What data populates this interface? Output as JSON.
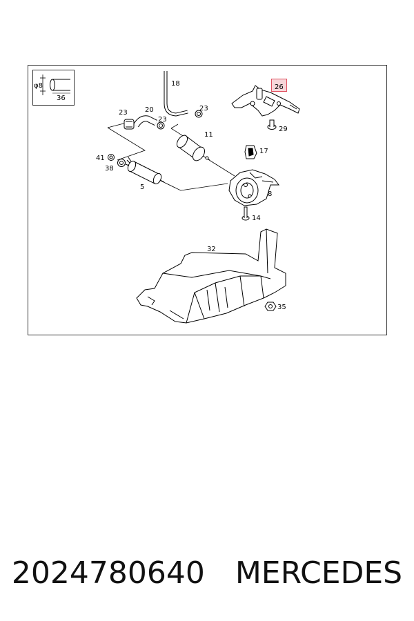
{
  "diagram": {
    "inset": {
      "diameter_label": "φ8",
      "length_label": "36"
    },
    "callouts": {
      "hose_18": "18",
      "clamp_23a": "23",
      "hose_20": "20",
      "clamp_23b": "23",
      "clamp_23c": "23",
      "bracket_26": "26",
      "bolt_29": "29",
      "filter_11": "11",
      "clip_17": "17",
      "nut_41": "41",
      "ring_38": "38",
      "pump_5": "5",
      "holder_8": "8",
      "bolt_14": "14",
      "guard_32": "32",
      "nut_35": "35"
    },
    "highlight_color": "#e05060",
    "highlight_fill": "#f7d6d9"
  },
  "caption": {
    "part_number": "2024780640",
    "brand": "MERCEDES"
  }
}
